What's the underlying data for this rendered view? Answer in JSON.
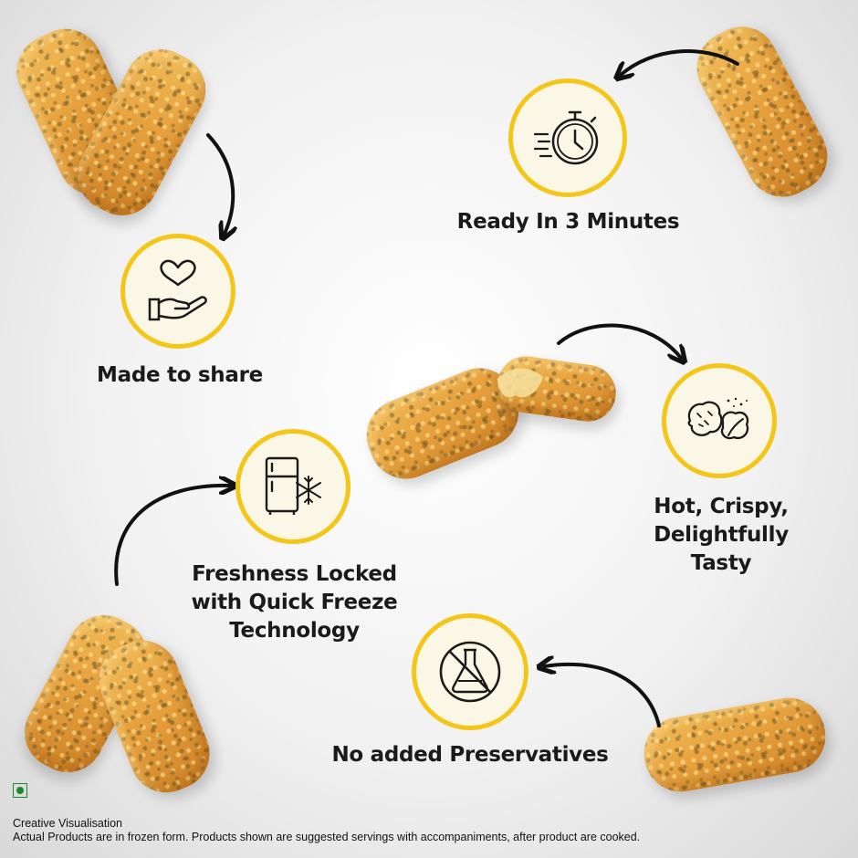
{
  "features": [
    {
      "id": "made-to-share",
      "label_lines": [
        "Made to share"
      ],
      "icon": "heart-in-hand-icon"
    },
    {
      "id": "ready-in-3-minutes",
      "label_lines": [
        "Ready In 3 Minutes"
      ],
      "icon": "stopwatch-icon"
    },
    {
      "id": "hot-crispy",
      "label_lines": [
        "Hot, Crispy,",
        "Delightfully Tasty"
      ],
      "icon": "crispy-nuggets-icon"
    },
    {
      "id": "freshness-locked",
      "label_lines": [
        "Freshness Locked",
        "with Quick Freeze",
        "Technology"
      ],
      "icon": "fridge-snowflake-icon"
    },
    {
      "id": "no-preservatives",
      "label_lines": [
        "No added Preservatives"
      ],
      "icon": "no-flask-icon"
    }
  ],
  "footer": {
    "line1": "Creative Visualisation",
    "line2": "Actual Products are in frozen form. Products shown are suggested servings with accompaniments, after product are cooked."
  },
  "colors": {
    "circle_border": "#f5c61a",
    "circle_fill": "#fbf7e6",
    "veg_mark": "#1b8a2e",
    "text": "#1a1a1a"
  }
}
